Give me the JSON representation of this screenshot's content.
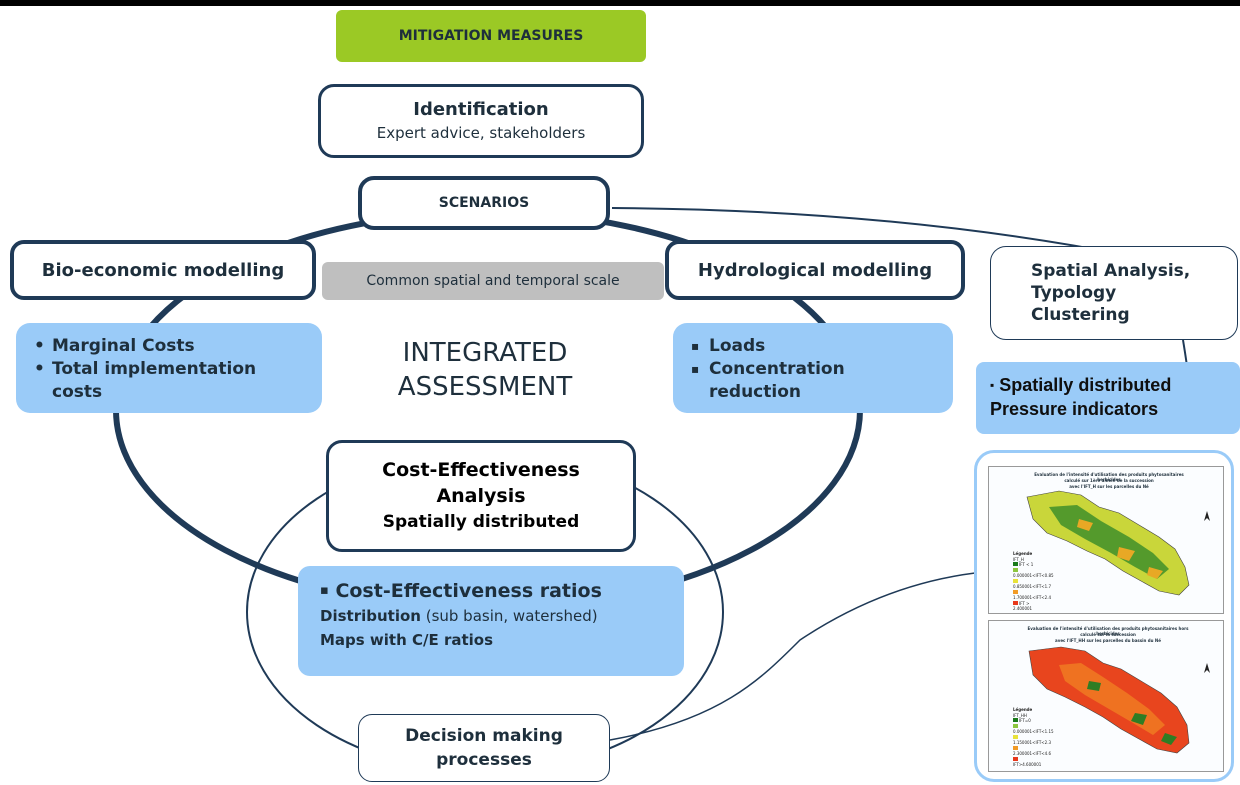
{
  "header": {
    "title": "MITIGATION MEASURES"
  },
  "identification": {
    "title": "Identification",
    "subtitle": "Expert advice, stakeholders"
  },
  "scenarios": {
    "label": "SCENARIOS"
  },
  "bioeconomic": {
    "title": "Bio-economic modelling",
    "items": [
      "Marginal Costs",
      "Total implementation costs"
    ]
  },
  "common_scale": {
    "label": "Common spatial and temporal scale"
  },
  "hydrological": {
    "title": "Hydrological modelling",
    "items": [
      "Loads",
      "Concentration reduction"
    ]
  },
  "integrated": {
    "line1": "INTEGRATED",
    "line2": "ASSESSMENT"
  },
  "cea": {
    "line1": "Cost-Effectiveness",
    "line2": "Analysis",
    "line3": "Spatially distributed"
  },
  "ratios": {
    "title": "Cost-Effectiveness ratios",
    "dist_bold": "Distribution",
    "dist_rest": " (sub basin, watershed)",
    "maps": "Maps with C/E ratios"
  },
  "decision": {
    "line1": "Decision making",
    "line2": "processes"
  },
  "spatial_analysis": {
    "line1": "Spatial Analysis,",
    "line2": "Typology",
    "line3": "Clustering"
  },
  "pressure": {
    "line1": "Spatially distributed",
    "line2": "Pressure indicators"
  },
  "maps": [
    {
      "title1": "Evaluation de l'intensité d'utilisation des produits phytosanitaires herbicides",
      "title2": "calculé sur 1ère année de la succession",
      "title3": "avec l'IFT_H sur les parcelles du Né",
      "legend_title": "Légende",
      "legend_field": "IFT_H",
      "legend_items": [
        "IFT < 1",
        "0.000001<IFT<0.85",
        "0.850001<IFT<1.7",
        "1.700001<IFT<2.4",
        "IFT > 2.400001"
      ]
    },
    {
      "title1": "Evaluation de l'intensité d'utilisation des produits phytosanitaires hors herbicides",
      "title2": "calculé sur la succession",
      "title3": "avec l'IFT_HH sur les parcelles du bassin du Né",
      "legend_title": "Légende",
      "legend_field": "IFT_HH",
      "legend_items": [
        "IFT=0",
        "0.000001<IFT<1.15",
        "1.150001<IFT<2.3",
        "2.300001<IFT<4.6",
        "IFT>4.600001"
      ]
    }
  ],
  "colors": {
    "header_green": "#9bc925",
    "dark_navy": "#1f3a57",
    "light_blue": "#9acbf8",
    "gray": "#bfbfbf",
    "legend": [
      "#1a7a1a",
      "#8cc63f",
      "#e8e23a",
      "#f29b26",
      "#e8381c"
    ]
  }
}
